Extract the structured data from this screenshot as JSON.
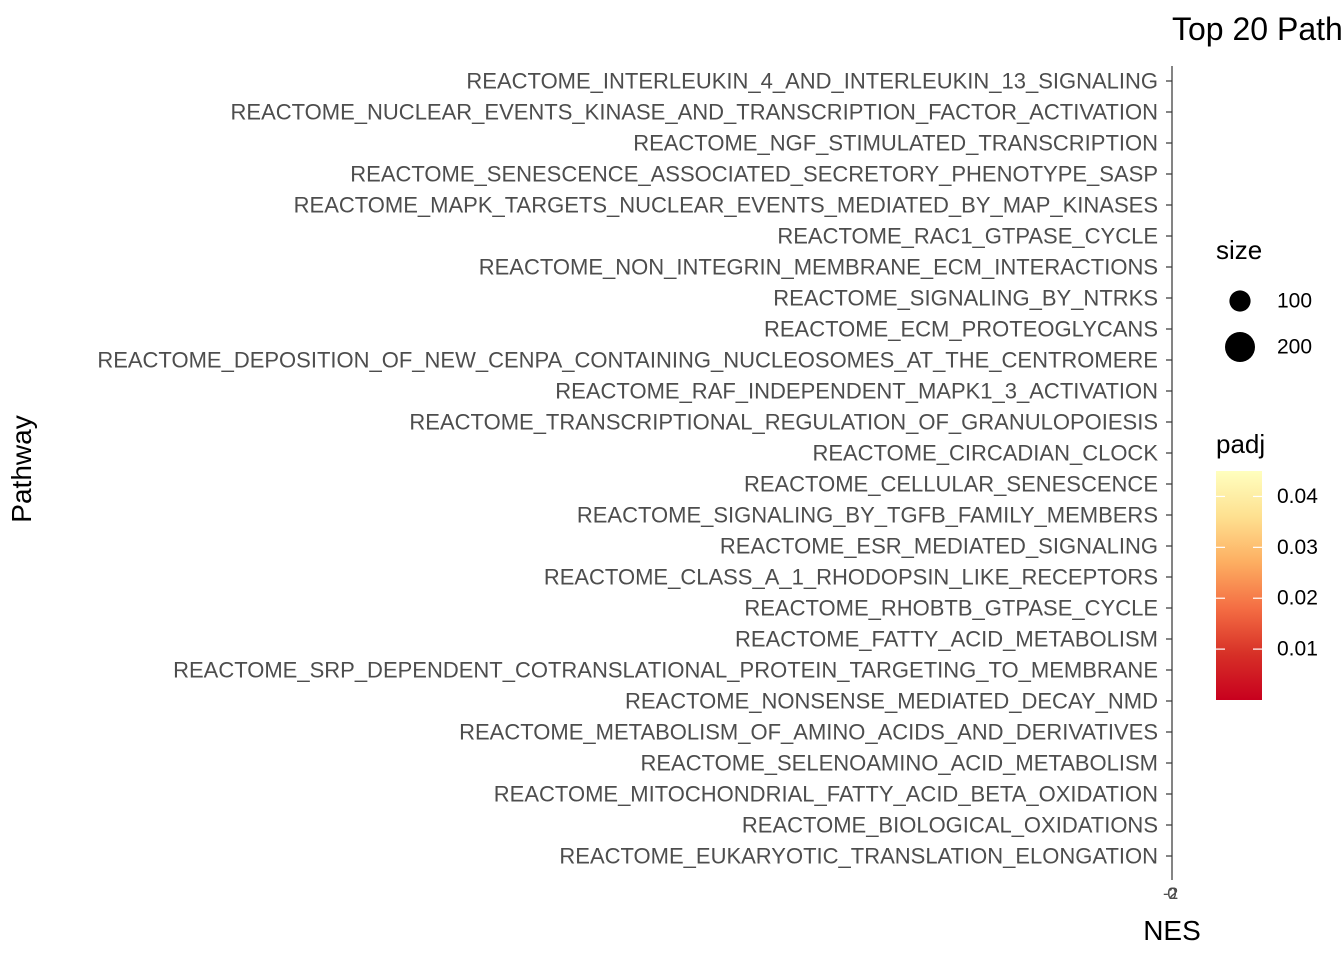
{
  "chart_data": {
    "type": "scatter",
    "title": "Top 20 Path",
    "xlabel": "NES",
    "ylabel": "Pathway",
    "x_tick_labels": [
      "-2",
      "0",
      "2"
    ],
    "categories": [
      "REACTOME_INTERLEUKIN_4_AND_INTERLEUKIN_13_SIGNALING",
      "REACTOME_NUCLEAR_EVENTS_KINASE_AND_TRANSCRIPTION_FACTOR_ACTIVATION",
      "REACTOME_NGF_STIMULATED_TRANSCRIPTION",
      "REACTOME_SENESCENCE_ASSOCIATED_SECRETORY_PHENOTYPE_SASP",
      "REACTOME_MAPK_TARGETS_NUCLEAR_EVENTS_MEDIATED_BY_MAP_KINASES",
      "REACTOME_RAC1_GTPASE_CYCLE",
      "REACTOME_NON_INTEGRIN_MEMBRANE_ECM_INTERACTIONS",
      "REACTOME_SIGNALING_BY_NTRKS",
      "REACTOME_ECM_PROTEOGLYCANS",
      "REACTOME_DEPOSITION_OF_NEW_CENPA_CONTAINING_NUCLEOSOMES_AT_THE_CENTROMERE",
      "REACTOME_RAF_INDEPENDENT_MAPK1_3_ACTIVATION",
      "REACTOME_TRANSCRIPTIONAL_REGULATION_OF_GRANULOPOIESIS",
      "REACTOME_CIRCADIAN_CLOCK",
      "REACTOME_CELLULAR_SENESCENCE",
      "REACTOME_SIGNALING_BY_TGFB_FAMILY_MEMBERS",
      "REACTOME_ESR_MEDIATED_SIGNALING",
      "REACTOME_CLASS_A_1_RHODOPSIN_LIKE_RECEPTORS",
      "REACTOME_RHOBTB_GTPASE_CYCLE",
      "REACTOME_FATTY_ACID_METABOLISM",
      "REACTOME_SRP_DEPENDENT_COTRANSLATIONAL_PROTEIN_TARGETING_TO_MEMBRANE",
      "REACTOME_NONSENSE_MEDIATED_DECAY_NMD",
      "REACTOME_METABOLISM_OF_AMINO_ACIDS_AND_DERIVATIVES",
      "REACTOME_SELENOAMINO_ACID_METABOLISM",
      "REACTOME_MITOCHONDRIAL_FATTY_ACID_BETA_OXIDATION",
      "REACTOME_BIOLOGICAL_OXIDATIONS",
      "REACTOME_EUKARYOTIC_TRANSLATION_ELONGATION"
    ],
    "legend": {
      "size": {
        "title": "size",
        "entries": [
          {
            "label": "100",
            "value": 100
          },
          {
            "label": "200",
            "value": 200
          }
        ]
      },
      "padj": {
        "title": "padj",
        "ticks": [
          {
            "label": "0.04",
            "value": 0.04
          },
          {
            "label": "0.03",
            "value": 0.03
          },
          {
            "label": "0.02",
            "value": 0.02
          },
          {
            "label": "0.01",
            "value": 0.01
          }
        ],
        "range": [
          0.0,
          0.045
        ],
        "colors": [
          "#FFFFBF",
          "#FEE090",
          "#FDAE61",
          "#F46D43",
          "#D73027",
          "#C8001E"
        ]
      }
    },
    "grid": false,
    "legend_placement": "right"
  }
}
